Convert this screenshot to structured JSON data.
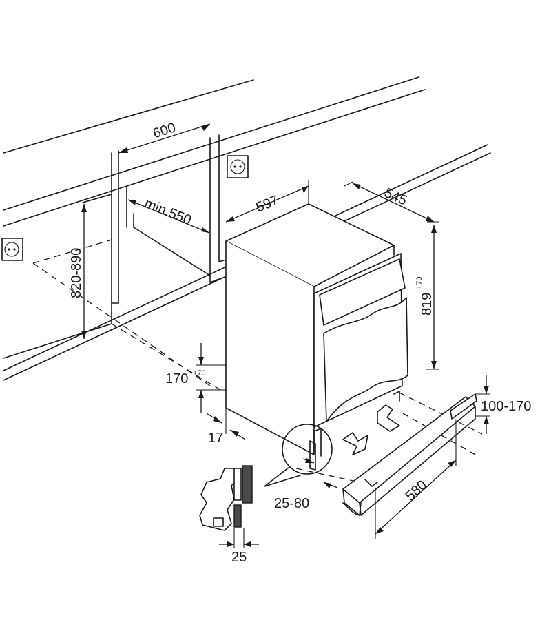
{
  "figure": {
    "dimensions": {
      "niche_width": "600",
      "niche_depth_min": "min.550",
      "niche_height": "820-890",
      "appliance_width": "597",
      "appliance_depth": "545",
      "appliance_height": "819",
      "appliance_height_tolerance": "+70",
      "plinth_clearance": "170",
      "plinth_clearance_tolerance": "+70",
      "door_offset": "17",
      "plinth_height": "100-170",
      "plinth_setback": "25-80",
      "plinth_length": "580",
      "panel_thickness": "25"
    }
  }
}
